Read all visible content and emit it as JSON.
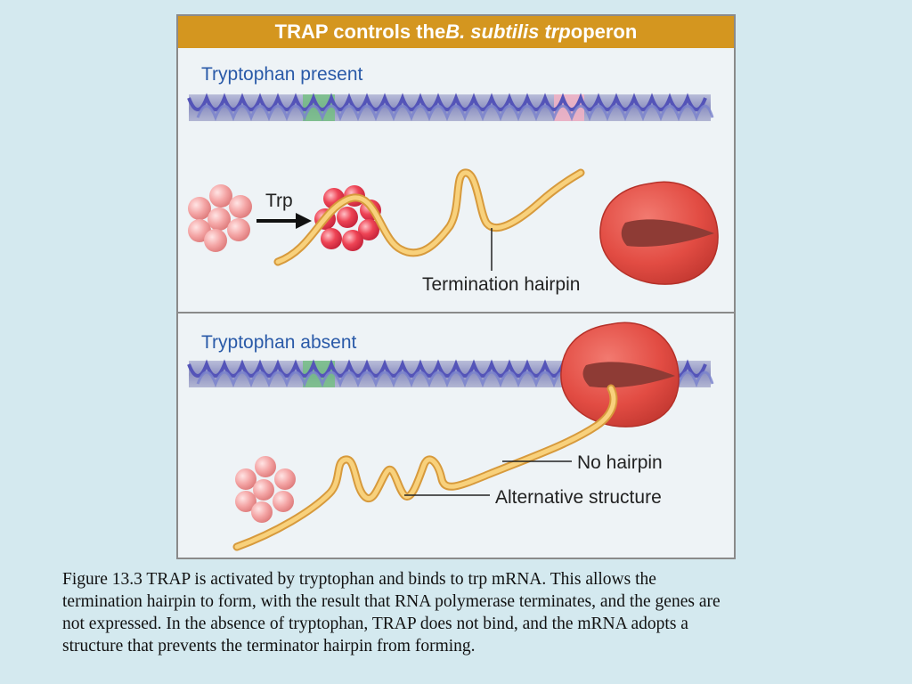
{
  "figure": {
    "title_prefix": "TRAP controls the ",
    "title_species": "B. subtilis trp",
    "title_suffix": " operon",
    "panels": [
      {
        "heading": "Tryptophan present",
        "arrow_label": "Trp",
        "callouts": [
          "Termination hairpin"
        ]
      },
      {
        "heading": "Tryptophan absent",
        "callouts": [
          "No hairpin",
          "Alternative structure"
        ]
      }
    ]
  },
  "caption": {
    "lines": [
      "Figure 13.3  TRAP is activated by tryptophan and binds to trp mRNA. This allows the",
      "termination hairpin to form, with the result that RNA polymerase terminates, and the genes are",
      "not expressed. In the absence of tryptophan, TRAP does not bind, and the mRNA adopts a",
      "structure that prevents the terminator hairpin from forming."
    ]
  },
  "colors": {
    "header": "#d4961f",
    "heading_text": "#2a5aa8",
    "mrna": "#f5c26a",
    "polymerase": "#e24c43",
    "trap_inactive": "#f4a5a5",
    "trap_active": "#e8394a",
    "dna_strand": "#6a6ac4",
    "dna_site_green": "#6fc27a",
    "dna_site_pink": "#f3b3c4"
  }
}
